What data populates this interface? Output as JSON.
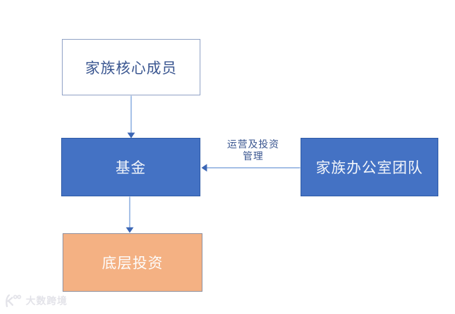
{
  "diagram": {
    "nodes": {
      "family_core": {
        "label": "家族核心成员",
        "style": "white-outline"
      },
      "fund": {
        "label": "基金",
        "style": "blue"
      },
      "underlying": {
        "label": "底层投资",
        "style": "orange"
      },
      "family_office": {
        "label": "家族办公室团队",
        "style": "blue"
      }
    },
    "edges": [
      {
        "from": "family_core",
        "to": "fund",
        "label": ""
      },
      {
        "from": "fund",
        "to": "underlying",
        "label": ""
      },
      {
        "from": "family_office",
        "to": "fund",
        "label_line1": "运营及投资",
        "label_line2": "管理"
      }
    ],
    "colors": {
      "node_blue_fill": "#4472C4",
      "node_blue_border": "#2E5AA5",
      "node_orange_fill": "#F4B183",
      "node_orange_border": "#8F8F9C",
      "white_node_border": "#8EA0C4",
      "arrow_line": "#85A9DE",
      "arrow_head": "#3B66B5",
      "dark_text": "#3A5690",
      "background": "#FFFFFF"
    }
  },
  "watermark": {
    "text": "大数跨境"
  }
}
